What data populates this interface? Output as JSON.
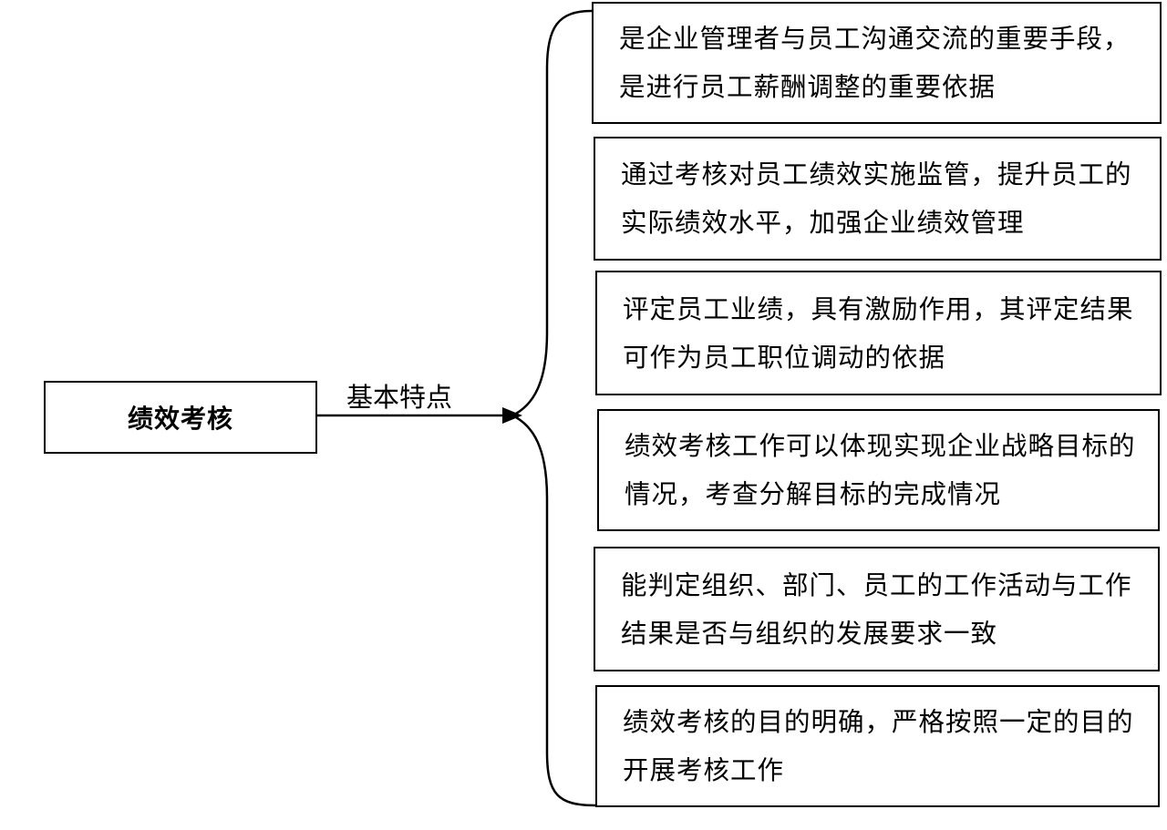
{
  "root": {
    "label": "绩效考核"
  },
  "edge_label": "基本特点",
  "leaves": [
    {
      "text": "是企业管理者与员工沟通交流的重要手段，是进行员工薪酬调整的重要依据"
    },
    {
      "text": "通过考核对员工绩效实施监管，提升员工的实际绩效水平，加强企业绩效管理"
    },
    {
      "text": "评定员工业绩，具有激励作用，其评定结果可作为员工职位调动的依据"
    },
    {
      "text": "绩效考核工作可以体现实现企业战略目标的情况，考查分解目标的完成情况"
    },
    {
      "text": "能判定组织、部门、员工的工作活动与工作结果是否与组织的发展要求一致"
    },
    {
      "text": "绩效考核的目的明确，严格按照一定的目的开展考核工作"
    }
  ],
  "colors": {
    "line": "#000000",
    "box_border": "#000000",
    "background": "#ffffff"
  }
}
